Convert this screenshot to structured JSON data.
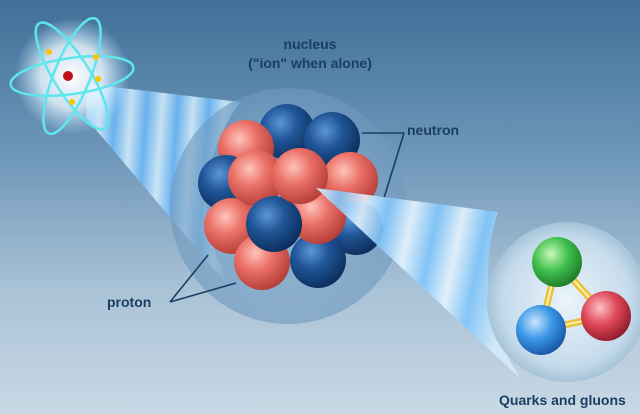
{
  "labels": {
    "nucleus_line1": "nucleus",
    "nucleus_line2": "(\"ion\" when alone)",
    "neutron": "neutron",
    "proton": "proton",
    "quarks": "Quarks and gluons"
  },
  "icons": [
    "atom-icon",
    "nucleus-icon",
    "quark-icon"
  ],
  "colors": {
    "background_top": "#3f6f98",
    "background_bottom": "#c9d9e5",
    "label_text": "#1b3e63",
    "proton": "#e0645c",
    "neutron": "#1f4f8a",
    "quark_green": "#35b34a",
    "quark_blue": "#2f8fe0",
    "quark_red": "#d9394b",
    "gluon": "#e8c23a",
    "orbit": "#5ee6ee"
  }
}
